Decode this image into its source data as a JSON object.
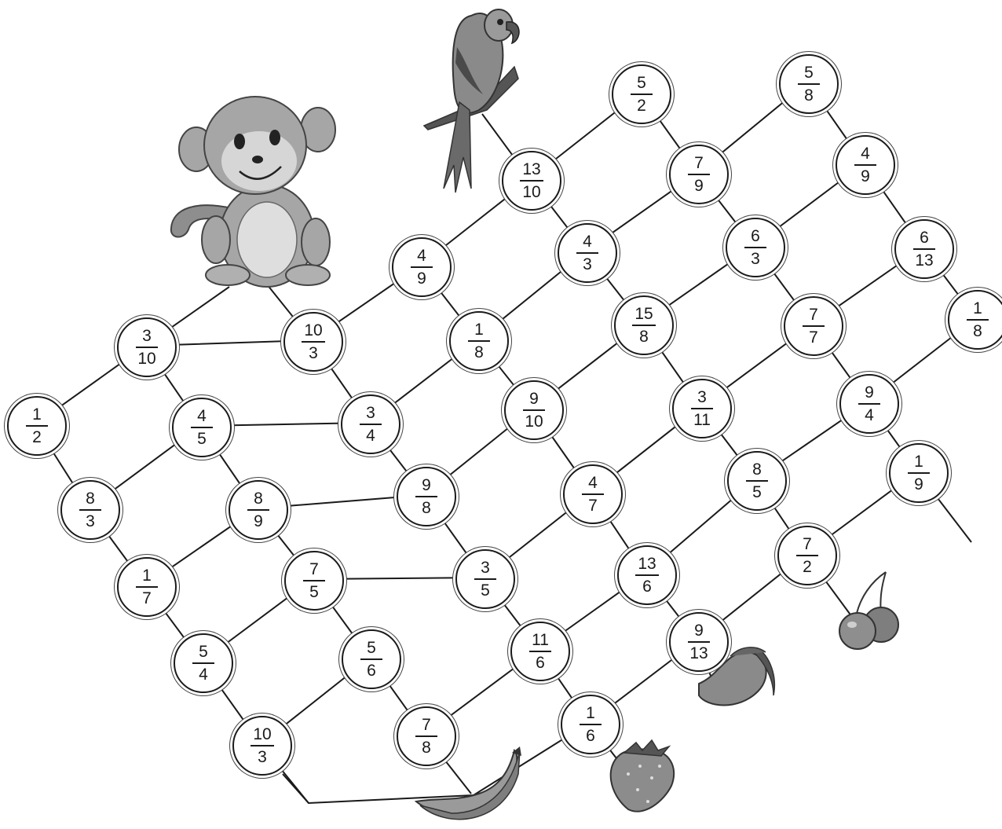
{
  "puzzle": {
    "nodes": [
      {
        "id": "n1",
        "num": "1",
        "den": "2"
      },
      {
        "id": "n2",
        "num": "3",
        "den": "10"
      },
      {
        "id": "n3",
        "num": "8",
        "den": "3"
      },
      {
        "id": "n4",
        "num": "4",
        "den": "5"
      },
      {
        "id": "n5",
        "num": "1",
        "den": "7"
      },
      {
        "id": "n6",
        "num": "10",
        "den": "3"
      },
      {
        "id": "n7",
        "num": "8",
        "den": "9"
      },
      {
        "id": "n8",
        "num": "5",
        "den": "4"
      },
      {
        "id": "n9",
        "num": "4",
        "den": "9"
      },
      {
        "id": "n10",
        "num": "3",
        "den": "4"
      },
      {
        "id": "n11",
        "num": "7",
        "den": "5"
      },
      {
        "id": "n12",
        "num": "10",
        "den": "3"
      },
      {
        "id": "n13",
        "num": "13",
        "den": "10"
      },
      {
        "id": "n14",
        "num": "1",
        "den": "8"
      },
      {
        "id": "n15",
        "num": "9",
        "den": "8"
      },
      {
        "id": "n16",
        "num": "5",
        "den": "6"
      },
      {
        "id": "n17",
        "num": "4",
        "den": "3"
      },
      {
        "id": "n18",
        "num": "9",
        "den": "10"
      },
      {
        "id": "n19",
        "num": "3",
        "den": "5"
      },
      {
        "id": "n20",
        "num": "7",
        "den": "8"
      },
      {
        "id": "n21",
        "num": "5",
        "den": "2"
      },
      {
        "id": "n22",
        "num": "15",
        "den": "8"
      },
      {
        "id": "n23",
        "num": "4",
        "den": "7"
      },
      {
        "id": "n24",
        "num": "11",
        "den": "6"
      },
      {
        "id": "n25",
        "num": "7",
        "den": "9"
      },
      {
        "id": "n26",
        "num": "3",
        "den": "11"
      },
      {
        "id": "n27",
        "num": "13",
        "den": "6"
      },
      {
        "id": "n28",
        "num": "1",
        "den": "6"
      },
      {
        "id": "n29",
        "num": "6",
        "den": "3"
      },
      {
        "id": "n30",
        "num": "8",
        "den": "5"
      },
      {
        "id": "n31",
        "num": "9",
        "den": "13"
      },
      {
        "id": "n32",
        "num": "7",
        "den": "7"
      },
      {
        "id": "n33",
        "num": "7",
        "den": "2"
      },
      {
        "id": "n34",
        "num": "5",
        "den": "8"
      },
      {
        "id": "n35",
        "num": "9",
        "den": "4"
      },
      {
        "id": "n36",
        "num": "4",
        "den": "9"
      },
      {
        "id": "n37",
        "num": "1",
        "den": "9"
      },
      {
        "id": "n38",
        "num": "6",
        "den": "13"
      },
      {
        "id": "n39",
        "num": "1",
        "den": "8"
      }
    ],
    "characters": [
      "monkey-icon",
      "parrot-icon"
    ],
    "fruits": [
      "banana-icon",
      "strawberry-icon",
      "mango-icon",
      "cherry-icon"
    ],
    "colors": {
      "line": "#1a1a1a",
      "node_fill": "#ffffff",
      "art_gray": "#9a9a9a"
    }
  }
}
